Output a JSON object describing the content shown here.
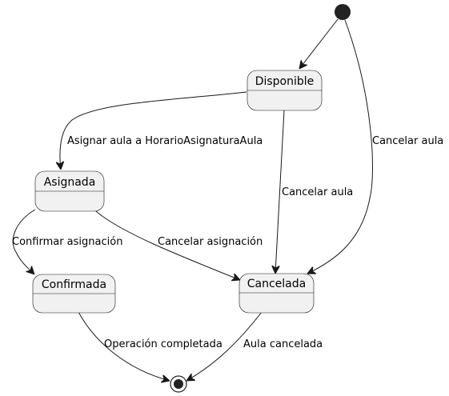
{
  "diagram": {
    "type": "state-diagram",
    "states": {
      "disponible": "Disponible",
      "asignada": "Asignada",
      "confirmada": "Confirmada",
      "cancelada": "Cancelada"
    },
    "transitions": {
      "disponible_to_asignada": "Asignar aula a HorarioAsignaturaAula",
      "disponible_to_cancelada": "Cancelar aula",
      "start_to_cancelada": "Cancelar aula",
      "asignada_to_confirmada": "Confirmar asignación",
      "asignada_to_cancelada": "Cancelar asignación",
      "confirmada_to_end": "Operación completada",
      "cancelada_to_end": "Aula cancelada"
    },
    "colors": {
      "state_fill": "#f1f1f1",
      "stroke": "#181818",
      "pseudostate": "#222222"
    }
  }
}
